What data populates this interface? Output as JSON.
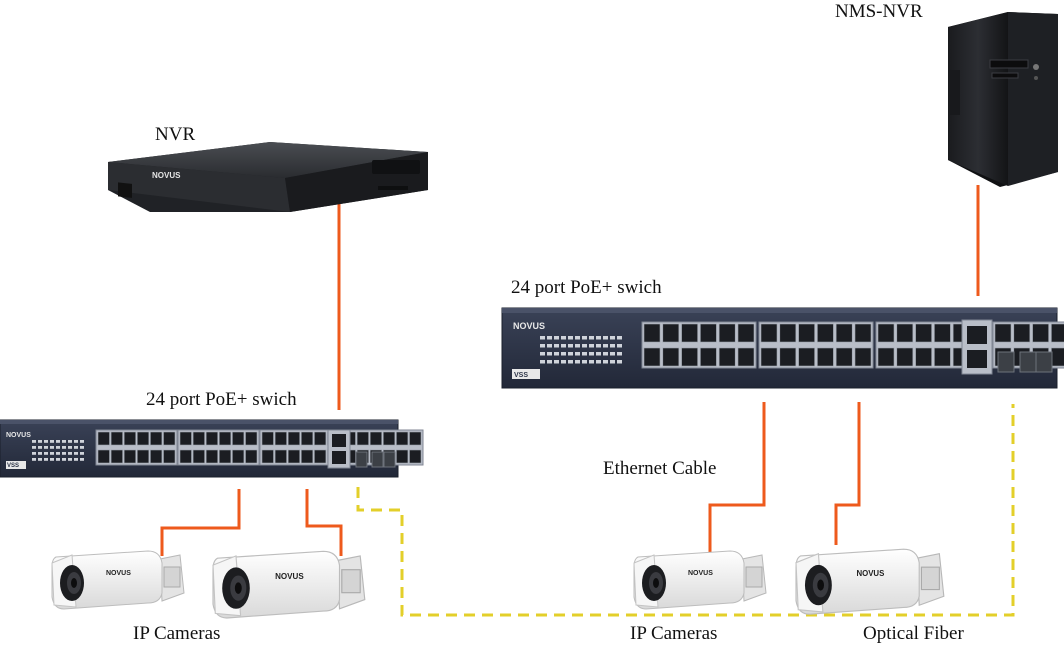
{
  "labels": {
    "nms_nvr": "NMS-NVR",
    "nvr": "NVR",
    "switch_left": "24 port PoE+ swich",
    "switch_right": "24 port PoE+ swich",
    "ethernet_cable": "Ethernet Cable",
    "ip_cameras_left": "IP Cameras",
    "ip_cameras_right": "IP Cameras",
    "optical_fiber": "Optical Fiber"
  },
  "brand": {
    "logo": "NOVUS",
    "sub_logo": "VSS"
  },
  "colors": {
    "ethernet": "#ee5a1c",
    "fiber": "#e3cf2a",
    "device_dark": "#2a2d33",
    "switch_body": "#2b3346",
    "camera_white": "#f1f1f1"
  }
}
